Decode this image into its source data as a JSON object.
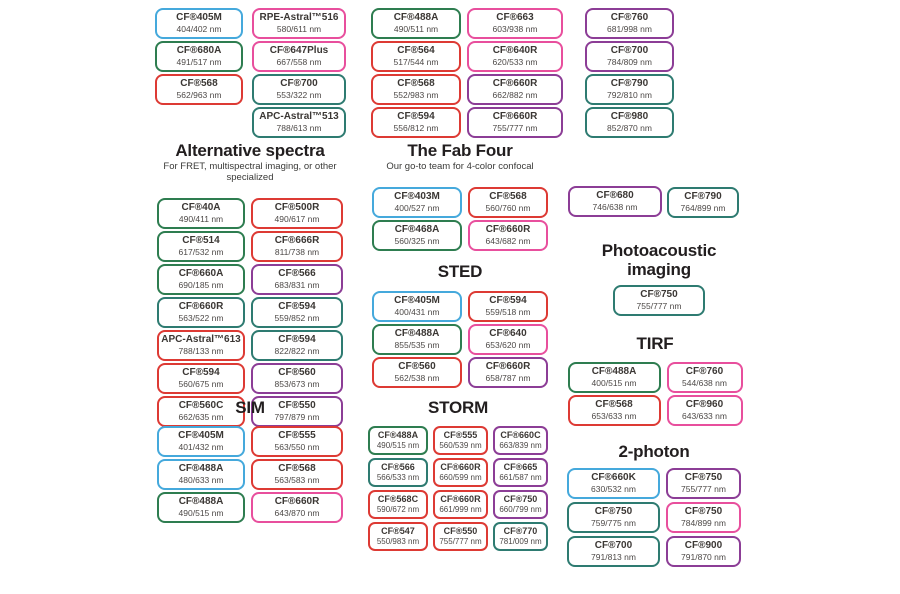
{
  "colors": {
    "blue": "#45a9dc",
    "green": "#2e7d50",
    "teal": "#2e7b71",
    "red": "#dd3a34",
    "pink": "#e84f9d",
    "purple": "#8c3d96"
  },
  "groups": [
    {
      "id": "top-a",
      "columns": [
        [
          {
            "name": "CF®405M",
            "ex_em": "404/402 nm",
            "color": "blue"
          },
          {
            "name": "CF®680A",
            "ex_em": "491/517 nm",
            "color": "green"
          },
          {
            "name": "CF®568",
            "ex_em": "562/963 nm",
            "color": "red"
          }
        ]
      ]
    },
    {
      "id": "top-b",
      "columns": [
        [
          {
            "name": "RPE-Astral™516",
            "ex_em": "580/611 nm",
            "color": "pink"
          },
          {
            "name": "CF®647Plus",
            "ex_em": "667/558 nm",
            "color": "pink"
          },
          {
            "name": "CF®700",
            "ex_em": "553/322 nm",
            "color": "teal"
          },
          {
            "name": "APC-Astral™513",
            "ex_em": "788/613 nm",
            "color": "teal"
          }
        ]
      ]
    },
    {
      "id": "top-c",
      "columns": [
        [
          {
            "name": "CF®488A",
            "ex_em": "490/511 nm",
            "color": "green"
          },
          {
            "name": "CF®564",
            "ex_em": "517/544 nm",
            "color": "red"
          },
          {
            "name": "CF®568",
            "ex_em": "552/983 nm",
            "color": "red"
          },
          {
            "name": "CF®594",
            "ex_em": "556/812 nm",
            "color": "red"
          }
        ]
      ]
    },
    {
      "id": "top-d",
      "columns": [
        [
          {
            "name": "CF®663",
            "ex_em": "603/938 nm",
            "color": "pink"
          },
          {
            "name": "CF®640R",
            "ex_em": "620/533 nm",
            "color": "pink"
          },
          {
            "name": "CF®660R",
            "ex_em": "662/882 nm",
            "color": "purple"
          },
          {
            "name": "CF®660R",
            "ex_em": "755/777 nm",
            "color": "purple"
          }
        ]
      ]
    },
    {
      "id": "top-e",
      "columns": [
        [
          {
            "name": "CF®760",
            "ex_em": "681/998 nm",
            "color": "purple"
          },
          {
            "name": "CF®700",
            "ex_em": "784/809 nm",
            "color": "purple"
          },
          {
            "name": "CF®790",
            "ex_em": "792/810 nm",
            "color": "teal"
          },
          {
            "name": "CF®980",
            "ex_em": "852/870 nm",
            "color": "teal"
          }
        ]
      ]
    },
    {
      "id": "alt",
      "title": "Alternative spectra",
      "subtitle": "For FRET, multispectral imaging, or other specialized",
      "columns": [
        [
          {
            "name": "CF®40A",
            "ex_em": "490/411 nm",
            "color": "green"
          },
          {
            "name": "CF®514",
            "ex_em": "617/532 nm",
            "color": "green"
          },
          {
            "name": "CF®660A",
            "ex_em": "690/185 nm",
            "color": "green"
          },
          {
            "name": "CF®660R",
            "ex_em": "563/522 nm",
            "color": "teal"
          },
          {
            "name": "APC-Astral™613",
            "ex_em": "788/133 nm",
            "color": "red"
          },
          {
            "name": "CF®594",
            "ex_em": "560/675 nm",
            "color": "red"
          },
          {
            "name": "CF®560C",
            "ex_em": "662/635 nm",
            "color": "red"
          }
        ],
        [
          {
            "name": "CF®500R",
            "ex_em": "490/617 nm",
            "color": "red"
          },
          {
            "name": "CF®666R",
            "ex_em": "811/738 nm",
            "color": "red"
          },
          {
            "name": "CF®566",
            "ex_em": "683/831 nm",
            "color": "purple"
          },
          {
            "name": "CF®594",
            "ex_em": "559/852 nm",
            "color": "teal"
          },
          {
            "name": "CF®594",
            "ex_em": "822/822 nm",
            "color": "teal"
          },
          {
            "name": "CF®560",
            "ex_em": "853/673 nm",
            "color": "purple"
          },
          {
            "name": "CF®550",
            "ex_em": "797/879 nm",
            "color": "purple"
          }
        ]
      ]
    },
    {
      "id": "fab",
      "title": "The Fab Four",
      "subtitle": "Our go-to team for 4-color confocal",
      "columns": [
        [
          {
            "name": "CF®403M",
            "ex_em": "400/527 nm",
            "color": "blue"
          },
          {
            "name": "CF®468A",
            "ex_em": "560/325 nm",
            "color": "green"
          }
        ],
        [
          {
            "name": "CF®568",
            "ex_em": "560/760 nm",
            "color": "red"
          },
          {
            "name": "CF®660R",
            "ex_em": "643/682 nm",
            "color": "pink"
          }
        ]
      ]
    },
    {
      "id": "sted",
      "title": "STED",
      "columns": [
        [
          {
            "name": "CF®405M",
            "ex_em": "400/431 nm",
            "color": "blue"
          },
          {
            "name": "CF®488A",
            "ex_em": "855/535 nm",
            "color": "green"
          },
          {
            "name": "CF®560",
            "ex_em": "562/538 nm",
            "color": "red"
          }
        ],
        [
          {
            "name": "CF®594",
            "ex_em": "559/518 nm",
            "color": "red"
          },
          {
            "name": "CF®640",
            "ex_em": "653/620 nm",
            "color": "pink"
          },
          {
            "name": "CF®660R",
            "ex_em": "658/787 nm",
            "color": "purple"
          }
        ]
      ]
    },
    {
      "id": "sim",
      "title": "SIM",
      "columns": [
        [
          {
            "name": "CF®405M",
            "ex_em": "401/432 nm",
            "color": "blue"
          },
          {
            "name": "CF®488A",
            "ex_em": "480/633 nm",
            "color": "blue"
          },
          {
            "name": "CF®488A",
            "ex_em": "490/515 nm",
            "color": "green"
          }
        ],
        [
          {
            "name": "CF®555",
            "ex_em": "563/550 nm",
            "color": "red"
          },
          {
            "name": "CF®568",
            "ex_em": "563/583 nm",
            "color": "red"
          },
          {
            "name": "CF®660R",
            "ex_em": "643/870 nm",
            "color": "pink"
          }
        ]
      ]
    },
    {
      "id": "storm",
      "title": "STORM",
      "columns": [
        [
          {
            "name": "CF®488A",
            "ex_em": "490/515 nm",
            "color": "green"
          },
          {
            "name": "CF®566",
            "ex_em": "566/533 nm",
            "color": "teal"
          },
          {
            "name": "CF®568C",
            "ex_em": "590/672 nm",
            "color": "red"
          },
          {
            "name": "CF®547",
            "ex_em": "550/983 nm",
            "color": "red"
          }
        ],
        [
          {
            "name": "CF®555",
            "ex_em": "560/539 nm",
            "color": "red"
          },
          {
            "name": "CF®660R",
            "ex_em": "660/599 nm",
            "color": "red"
          },
          {
            "name": "CF®660R",
            "ex_em": "661/999 nm",
            "color": "red"
          },
          {
            "name": "CF®550",
            "ex_em": "755/777 nm",
            "color": "red"
          }
        ],
        [
          {
            "name": "CF®660C",
            "ex_em": "663/839 nm",
            "color": "purple"
          },
          {
            "name": "CF®665",
            "ex_em": "661/587 nm",
            "color": "purple"
          },
          {
            "name": "CF®750",
            "ex_em": "660/799 nm",
            "color": "purple"
          },
          {
            "name": "CF®770",
            "ex_em": "781/009 nm",
            "color": "teal"
          }
        ]
      ]
    },
    {
      "id": "pair",
      "columns": [
        [
          {
            "name": "CF®680",
            "ex_em": "746/638 nm",
            "color": "purple"
          }
        ],
        [
          {
            "name": "CF®790",
            "ex_em": "764/899 nm",
            "color": "teal"
          }
        ]
      ]
    },
    {
      "id": "photo",
      "title": "Photoacoustic imaging",
      "columns": [
        [
          {
            "name": "CF®750",
            "ex_em": "755/777 nm",
            "color": "teal"
          }
        ]
      ]
    },
    {
      "id": "tirf",
      "title": "TIRF",
      "columns": [
        [
          {
            "name": "CF®488A",
            "ex_em": "400/515 nm",
            "color": "green"
          },
          {
            "name": "CF®568",
            "ex_em": "653/633 nm",
            "color": "red"
          }
        ],
        [
          {
            "name": "CF®760",
            "ex_em": "544/638 nm",
            "color": "pink"
          },
          {
            "name": "CF®960",
            "ex_em": "643/633 nm",
            "color": "pink"
          }
        ]
      ]
    },
    {
      "id": "twop",
      "title": "2-photon",
      "columns": [
        [
          {
            "name": "CF®660K",
            "ex_em": "630/532 nm",
            "color": "blue"
          },
          {
            "name": "CF®750",
            "ex_em": "759/775 nm",
            "color": "teal"
          },
          {
            "name": "CF®700",
            "ex_em": "791/813 nm",
            "color": "teal"
          }
        ],
        [
          {
            "name": "CF®750",
            "ex_em": "755/777 nm",
            "color": "purple"
          },
          {
            "name": "CF®750",
            "ex_em": "784/899 nm",
            "color": "pink"
          },
          {
            "name": "CF®900",
            "ex_em": "791/870 nm",
            "color": "purple"
          }
        ]
      ]
    }
  ]
}
